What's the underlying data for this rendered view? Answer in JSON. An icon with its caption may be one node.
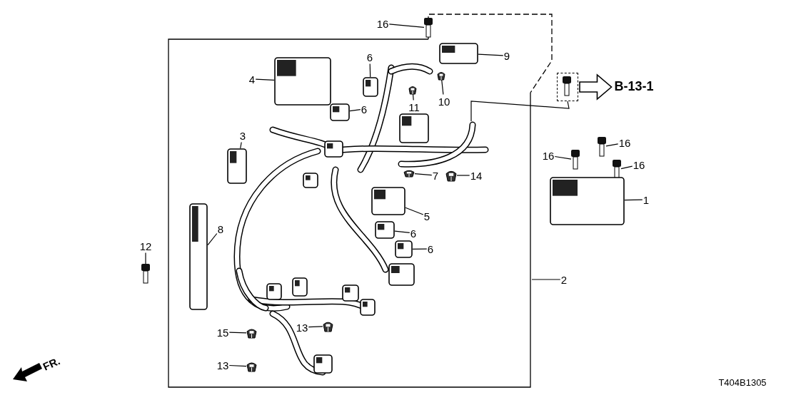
{
  "diagram": {
    "nodes": [
      {
        "text": [
          "16"
        ]
      },
      {
        "text": [
          "9"
        ]
      },
      {
        "text": [
          "6"
        ]
      },
      {
        "text": [
          "4"
        ]
      },
      {
        "text": [
          "10"
        ]
      },
      {
        "text": [
          "11"
        ]
      },
      {
        "text": [
          "6"
        ]
      },
      {
        "text": [
          "3"
        ]
      },
      {
        "text": [
          "16"
        ]
      },
      {
        "text": [
          "16"
        ]
      },
      {
        "text": [
          "16"
        ]
      },
      {
        "text": [
          "7"
        ]
      },
      {
        "text": [
          "14"
        ]
      },
      {
        "text": [
          "1"
        ]
      },
      {
        "text": [
          "5"
        ]
      },
      {
        "text": [
          "8"
        ]
      },
      {
        "text": [
          "6"
        ]
      },
      {
        "text": [
          "12"
        ]
      },
      {
        "text": [
          "6"
        ]
      },
      {
        "text": [
          "2"
        ]
      },
      {
        "text": [
          "13"
        ]
      },
      {
        "text": [
          "15"
        ]
      },
      {
        "text": [
          "13"
        ]
      },
      {
        "text": [],
        "shape": "picture"
      },
      {
        "text": [
          "B-13-1"
        ]
      },
      {
        "text": [],
        "shape": "picture"
      },
      {
        "text": [],
        "shape": "picture"
      },
      {
        "text": [],
        "shape": "picture"
      },
      {
        "text": [],
        "shape": "picture"
      },
      {
        "text": [],
        "shape": "picture"
      },
      {
        "text": [],
        "shape": "picture"
      },
      {
        "text": [],
        "shape": "picture"
      },
      {
        "text": [],
        "shape": "picture"
      },
      {
        "text": [],
        "shape": "picture"
      },
      {
        "text": [],
        "shape": "picture"
      },
      {
        "text": [],
        "shape": "picture"
      },
      {
        "text": [],
        "shape": "picture"
      },
      {
        "text": [],
        "shape": "picture"
      },
      {
        "text": [],
        "shape": "picture"
      },
      {
        "text": [],
        "shape": "picture"
      },
      {
        "text": [],
        "shape": "picture"
      },
      {
        "text": [],
        "shape": "picture"
      },
      {
        "text": [],
        "shape": "picture"
      },
      {
        "text": [],
        "shape": "picture"
      },
      {
        "text": [],
        "shape": "picture"
      },
      {
        "text": [],
        "shape": "picture"
      },
      {
        "text": [],
        "shape": "picture"
      }
    ],
    "edges": [
      {
        "from": 0,
        "to": 25,
        "arrow": "none"
      },
      {
        "from": 1,
        "to": 26,
        "arrow": "none"
      },
      {
        "from": 2,
        "to": 27,
        "arrow": "none"
      },
      {
        "from": 3,
        "to": 28,
        "arrow": "none"
      },
      {
        "from": 4,
        "to": 29,
        "arrow": "none"
      },
      {
        "from": 5,
        "to": 30,
        "arrow": "none"
      },
      {
        "from": 6,
        "to": 31,
        "arrow": "none"
      },
      {
        "from": 7,
        "to": 32,
        "arrow": "none"
      },
      {
        "from": 8,
        "to": 33,
        "arrow": "none"
      },
      {
        "from": 9,
        "to": 34,
        "arrow": "none"
      },
      {
        "from": 10,
        "to": 35,
        "arrow": "none"
      },
      {
        "from": 11,
        "to": 36,
        "arrow": "none"
      },
      {
        "from": 12,
        "to": 37,
        "arrow": "none"
      },
      {
        "from": 13,
        "to": 38,
        "arrow": "none"
      },
      {
        "from": 14,
        "to": 39,
        "arrow": "none"
      },
      {
        "from": 15,
        "to": 40,
        "arrow": "none"
      },
      {
        "from": 16,
        "to": 41,
        "arrow": "none"
      },
      {
        "from": 17,
        "to": 42,
        "arrow": "none"
      },
      {
        "from": 18,
        "to": 43,
        "arrow": "none"
      },
      {
        "from": 19,
        "to": null,
        "arrow": "none"
      },
      {
        "from": 20,
        "to": 44,
        "arrow": "none"
      },
      {
        "from": 21,
        "to": 45,
        "arrow": "none"
      },
      {
        "from": 22,
        "to": 46,
        "arrow": "none"
      },
      {
        "from": 23,
        "to": 24,
        "arrow": "to",
        "style": "thick"
      },
      {
        "from": 23,
        "to": null,
        "arrow": "none"
      }
    ],
    "labels": [
      "FR.",
      "T404B1305"
    ]
  }
}
